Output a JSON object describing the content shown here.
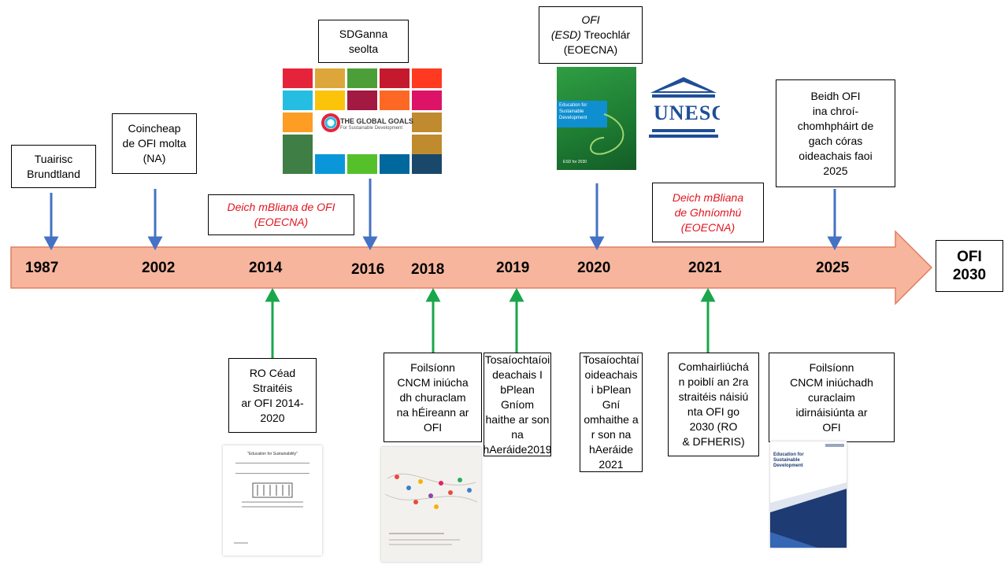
{
  "timeline": {
    "years": [
      "1987",
      "2002",
      "2014",
      "2016",
      "2018",
      "2019",
      "2020",
      "2021",
      "2025"
    ],
    "end_label_line1": "OFI",
    "end_label_line2": "2030",
    "colors": {
      "arrow_fill": "#f7b59d",
      "arrow_stroke": "#e07e5e",
      "arrow_down": "#4472c4",
      "arrow_up": "#1aa64a",
      "red_text": "#e0161f"
    }
  },
  "top_events": {
    "brundtland": {
      "line1": "Tuairisc",
      "line2": "Brundtland"
    },
    "concept": {
      "line1": "Coincheap",
      "line2": "de OFI molta",
      "line3": "(NA)"
    },
    "decade": {
      "line1": "Deich mBliana de OFI",
      "line2": "(EOECNA)"
    },
    "sdgs": {
      "line1": "SDGanna",
      "line2": "seolta",
      "image_title": "THE GLOBAL GOALS",
      "image_subtitle": "For Sustainable Development"
    },
    "roadmap": {
      "line1": "OFI",
      "line2_italic": "(ESD)",
      "line2_rest": " Treochlár",
      "line3": "(EOECNA)",
      "image_line1": "Education for",
      "image_line2": "Sustainable",
      "image_line3": "Development",
      "image_footer": "ESD for 2030"
    },
    "unesco": {
      "logo_text": "UNESCO"
    },
    "action_decade": {
      "line1": "Deich mBliana",
      "line2": "de Ghníomhú",
      "line3": "(EOECNA)"
    },
    "core": {
      "text": "Beidh OFI\nina chroí-\nchomhpháirt de\ngach córas\noideachais faoi\n2025"
    }
  },
  "bottom_events": {
    "strategy": {
      "text": "RO Céad\nStraitéis\nar OFI 2014-\n2020",
      "doc_title": "\"Education for Sustainability\""
    },
    "ncca_review": {
      "text": "Foilsíonn\nCNCM iniúcha\ndh churaclam\nna hÉireann ar\nOFI"
    },
    "climate2019": {
      "text": "Tosaíochtaíoi\ndeachais I\nbPlean Gníom\nhaithe ar son\nna\nhAeráide2019"
    },
    "climate2021": {
      "text": "Tosaíochtaí\noideachais\ni bPlean Gní\nomhaithe a\nr son na\nhAeráide\n2021"
    },
    "consultation": {
      "text": "Comhairliúchá\nn poiblí an 2ra\nstraitéis náisiú\nnta OFI go\n2030 (RO\n& DFHERIS)"
    },
    "intl_review": {
      "text": "Foilsíonn\nCNCM iniúchadh\ncuraclaim\nidirnáisiúnta ar\nOFI",
      "doc_title": "Education for Sustainable Development"
    }
  }
}
